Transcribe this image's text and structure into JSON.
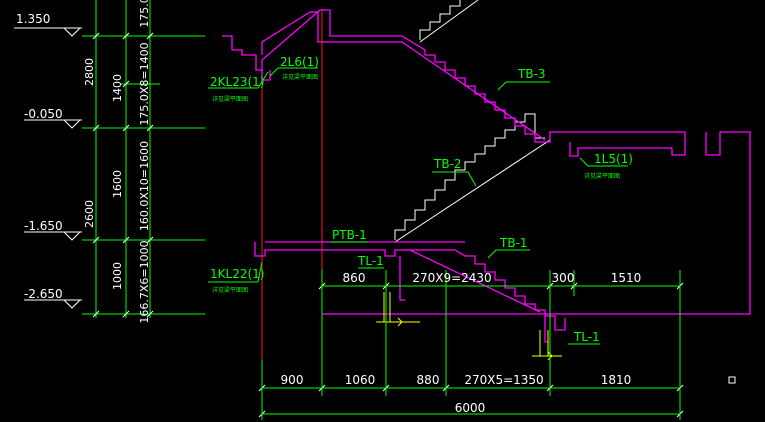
{
  "elevations": [
    "1.350",
    "-0.050",
    "-1.650",
    "-2.650"
  ],
  "vertical_dims_outer": [
    "2800",
    "2600"
  ],
  "vertical_dims_mid": [
    "1400",
    "1600",
    "1000"
  ],
  "vertical_dims_inner": [
    "175.0X8=1400",
    "160.0X10=1600",
    "166.7X6=1000",
    "175.0"
  ],
  "beam_labels": {
    "kl23": "2KL23(1)",
    "l6": "2L6(1)",
    "kl22": "1KL22(1)",
    "l5": "1L5(1)",
    "tiny": "详见梁平面图"
  },
  "stair_labels": {
    "tb3": "TB-3",
    "tb2": "TB-2",
    "tb1": "TB-1",
    "ptb1": "PTB-1",
    "tl1_top": "TL-1",
    "tl1_bottom": "TL-1"
  },
  "upper_dims": [
    "860",
    "270X9=2430",
    "300",
    "1510"
  ],
  "lower_dims": [
    "900",
    "1060",
    "880",
    "270X5=1350",
    "1810"
  ],
  "total_dim": "6000",
  "colors": {
    "background": "#000000",
    "dimension": "#00ff00",
    "stair_outline": "#ff00ff",
    "axis_line": "#ff1a1a",
    "text": "#ffffff",
    "column": "#ffff00"
  }
}
